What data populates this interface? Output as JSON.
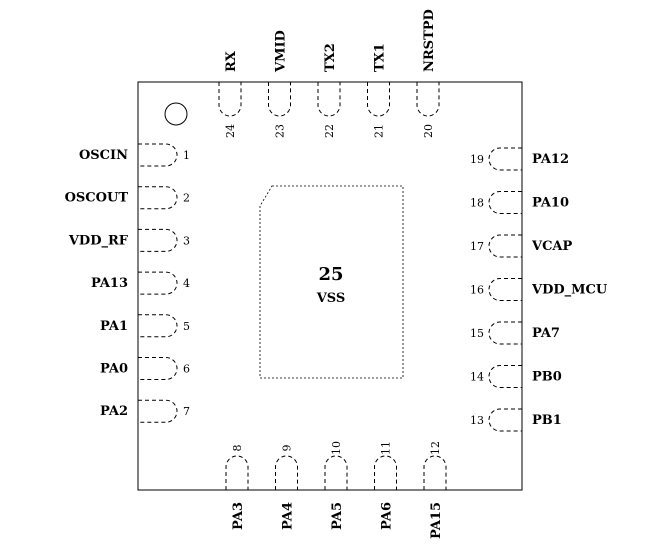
{
  "center_pad": {
    "number": "25",
    "name": "VSS"
  },
  "pins_left": [
    {
      "num": "1",
      "name": "OSCIN"
    },
    {
      "num": "2",
      "name": "OSCOUT"
    },
    {
      "num": "3",
      "name": "VDD_RF"
    },
    {
      "num": "4",
      "name": "PA13"
    },
    {
      "num": "5",
      "name": "PA1"
    },
    {
      "num": "6",
      "name": "PA0"
    },
    {
      "num": "7",
      "name": "PA2"
    }
  ],
  "pins_bottom": [
    {
      "num": "8",
      "name": "PA3"
    },
    {
      "num": "9",
      "name": "PA4"
    },
    {
      "num": "10",
      "name": "PA5"
    },
    {
      "num": "11",
      "name": "PA6"
    },
    {
      "num": "12",
      "name": "PA15"
    }
  ],
  "pins_right": [
    {
      "num": "19",
      "name": "PA12"
    },
    {
      "num": "18",
      "name": "PA10"
    },
    {
      "num": "17",
      "name": "VCAP"
    },
    {
      "num": "16",
      "name": "VDD_MCU"
    },
    {
      "num": "15",
      "name": "PA7"
    },
    {
      "num": "14",
      "name": "PB0"
    },
    {
      "num": "13",
      "name": "PB1"
    }
  ],
  "pins_top": [
    {
      "num": "24",
      "name": "RX"
    },
    {
      "num": "23",
      "name": "VMID"
    },
    {
      "num": "22",
      "name": "TX2"
    },
    {
      "num": "21",
      "name": "TX1"
    },
    {
      "num": "20",
      "name": "NRSTPD"
    }
  ]
}
